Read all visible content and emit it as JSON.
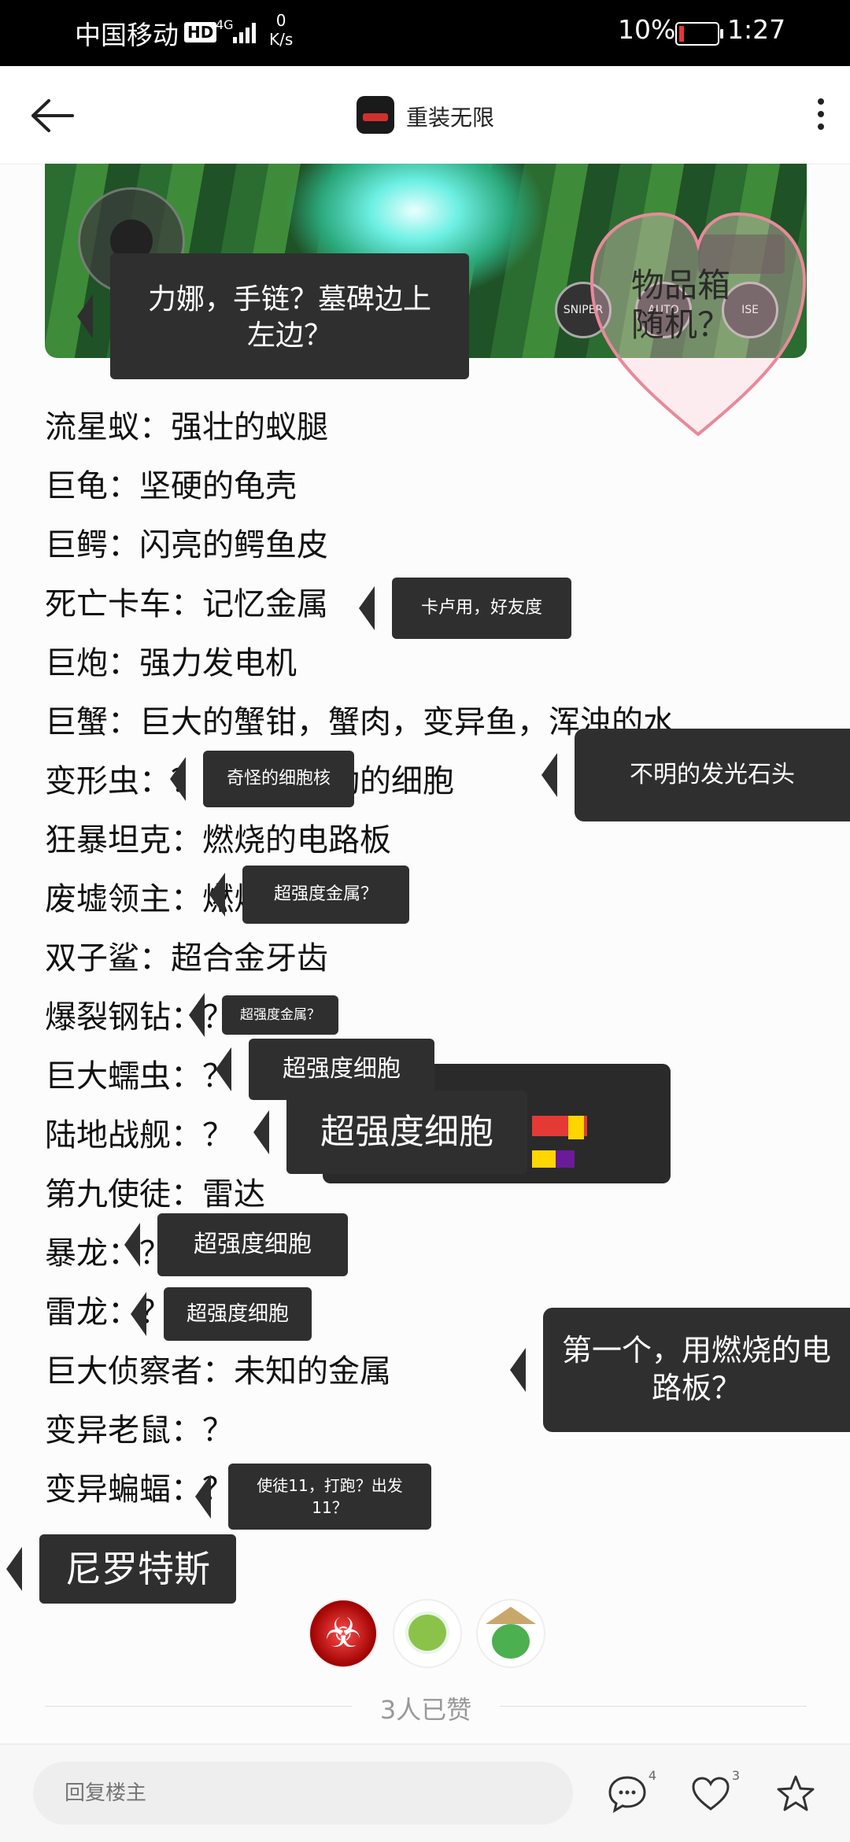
{
  "status": {
    "carrier": "中国移动",
    "hd": "HD",
    "network": "4G",
    "speed_value": "0",
    "speed_unit": "K/s",
    "battery": "10%",
    "time": "1:27"
  },
  "header": {
    "title": "重装无限"
  },
  "image_overlay": {
    "bubble_text": "力娜，手链？墓碑边上左边？",
    "heart_text": "物品箱随机？",
    "game_buttons": [
      "SNIPER",
      "AUTO",
      "ISE"
    ]
  },
  "items": [
    "流星蚁：强壮的蚁腿",
    "巨龟：坚硬的龟壳",
    "巨鳄：闪亮的鳄鱼皮",
    "死亡卡车：记忆金属",
    "巨炮：强力发电机",
    "巨蟹：巨大的蟹钳，蟹肉，变异鱼，浑浊的水",
    "变形虫：？疑似是跃动的细胞",
    "狂暴坦克：燃烧的电路板",
    "废墟领主：燃烧的电路板？",
    "双子鲨：超合金牙齿",
    "爆裂钢钻：？",
    "巨大蠕虫：？",
    "陆地战舰：？",
    "第九使徒：雷达",
    "暴龙：？",
    "雷龙：？",
    "巨大侦察者：未知的金属",
    "变异老鼠：？",
    "变异蝙蝠：？"
  ],
  "annotations": {
    "truck_note": "卡卢用，好友度",
    "amoeba_note": "奇怪的细胞核",
    "amoeba_note2": "不明的发光石头",
    "ruins_note": "超强度金属？",
    "drill_note": "超强度金属？",
    "worm_note": "超强度细胞",
    "warship_note": "超强度细胞",
    "trex_note": "超强度细胞",
    "bronto_note": "超强度细胞",
    "scout_note": "第一个，用燃烧的电路板？",
    "bat_note": "使徒11，打跑？出发11？",
    "nile_note": "尼罗特斯"
  },
  "reactions": {
    "like_count_text": "3人已赞"
  },
  "bottom_bar": {
    "reply_placeholder": "回复楼主",
    "comment_count": "4",
    "like_count": "3"
  }
}
